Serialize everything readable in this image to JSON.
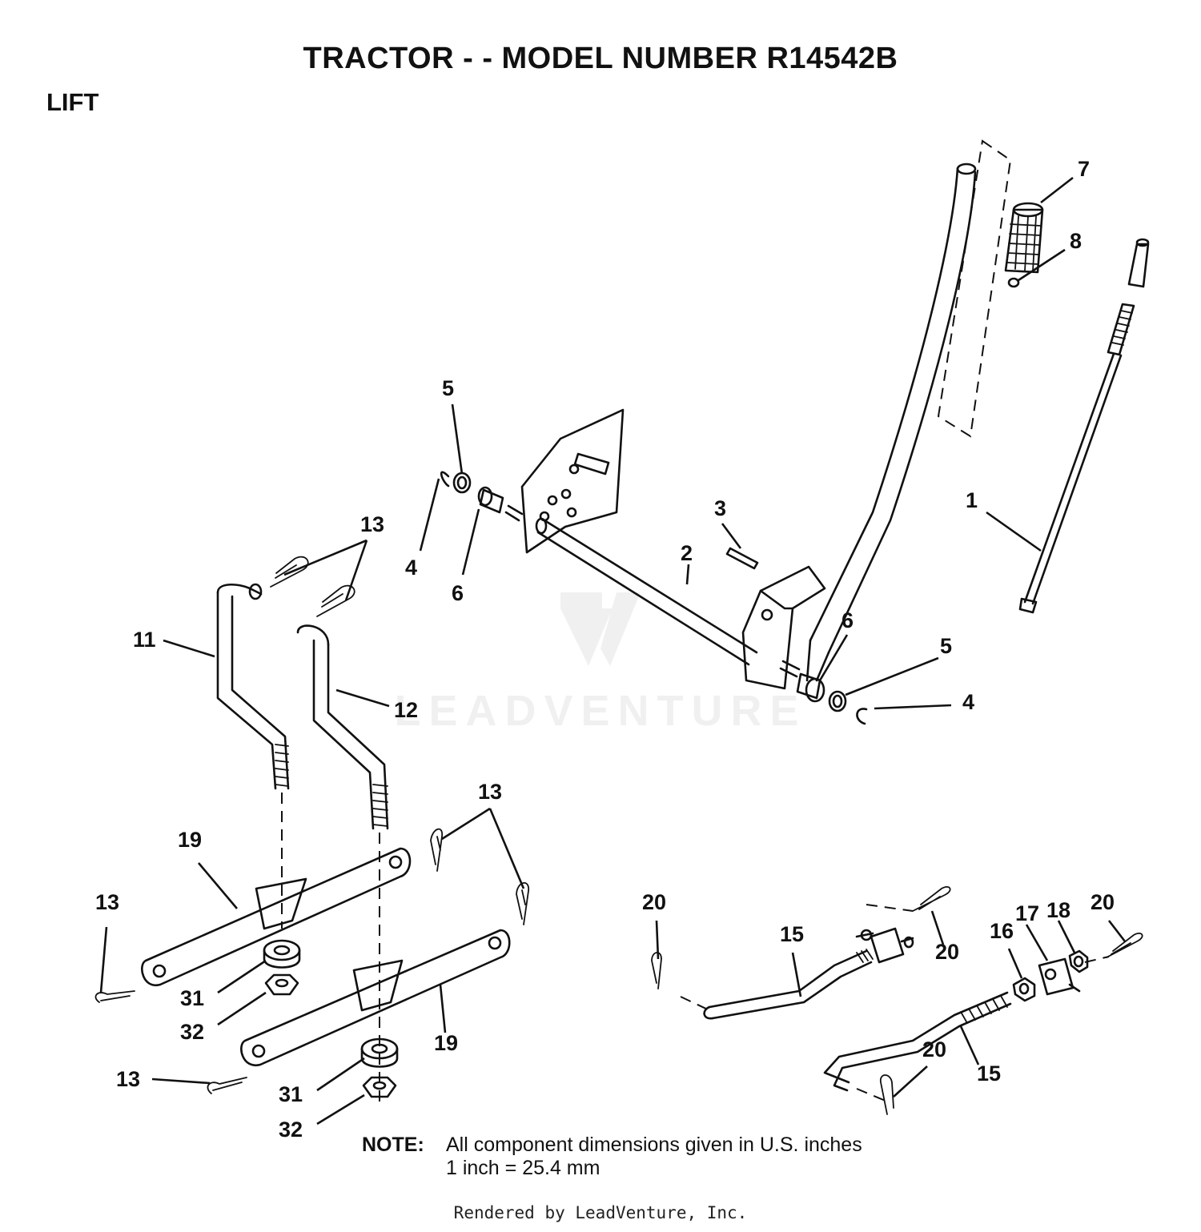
{
  "header": {
    "title": "TRACTOR - - MODEL NUMBER R14542B",
    "section": "LIFT"
  },
  "watermark": "LEADVENTURE",
  "callouts": [
    {
      "id": "c1",
      "label": "1"
    },
    {
      "id": "c2",
      "label": "2"
    },
    {
      "id": "c3",
      "label": "3"
    },
    {
      "id": "c4a",
      "label": "4"
    },
    {
      "id": "c4b",
      "label": "4"
    },
    {
      "id": "c5a",
      "label": "5"
    },
    {
      "id": "c5b",
      "label": "5"
    },
    {
      "id": "c6a",
      "label": "6"
    },
    {
      "id": "c6b",
      "label": "6"
    },
    {
      "id": "c7",
      "label": "7"
    },
    {
      "id": "c8",
      "label": "8"
    },
    {
      "id": "c11",
      "label": "11"
    },
    {
      "id": "c12",
      "label": "12"
    },
    {
      "id": "c13a",
      "label": "13"
    },
    {
      "id": "c13b",
      "label": "13"
    },
    {
      "id": "c13c",
      "label": "13"
    },
    {
      "id": "c13d",
      "label": "13"
    },
    {
      "id": "c15a",
      "label": "15"
    },
    {
      "id": "c15b",
      "label": "15"
    },
    {
      "id": "c16",
      "label": "16"
    },
    {
      "id": "c17",
      "label": "17"
    },
    {
      "id": "c18",
      "label": "18"
    },
    {
      "id": "c19a",
      "label": "19"
    },
    {
      "id": "c19b",
      "label": "19"
    },
    {
      "id": "c20a",
      "label": "20"
    },
    {
      "id": "c20b",
      "label": "20"
    },
    {
      "id": "c20c",
      "label": "20"
    },
    {
      "id": "c20d",
      "label": "20"
    },
    {
      "id": "c31a",
      "label": "31"
    },
    {
      "id": "c31b",
      "label": "31"
    },
    {
      "id": "c32a",
      "label": "32"
    },
    {
      "id": "c32b",
      "label": "32"
    }
  ],
  "note": {
    "label": "NOTE:",
    "line1": "All component dimensions given in U.S. inches",
    "line2": "1 inch = 25.4 mm"
  },
  "footer": "Rendered by LeadVenture, Inc."
}
